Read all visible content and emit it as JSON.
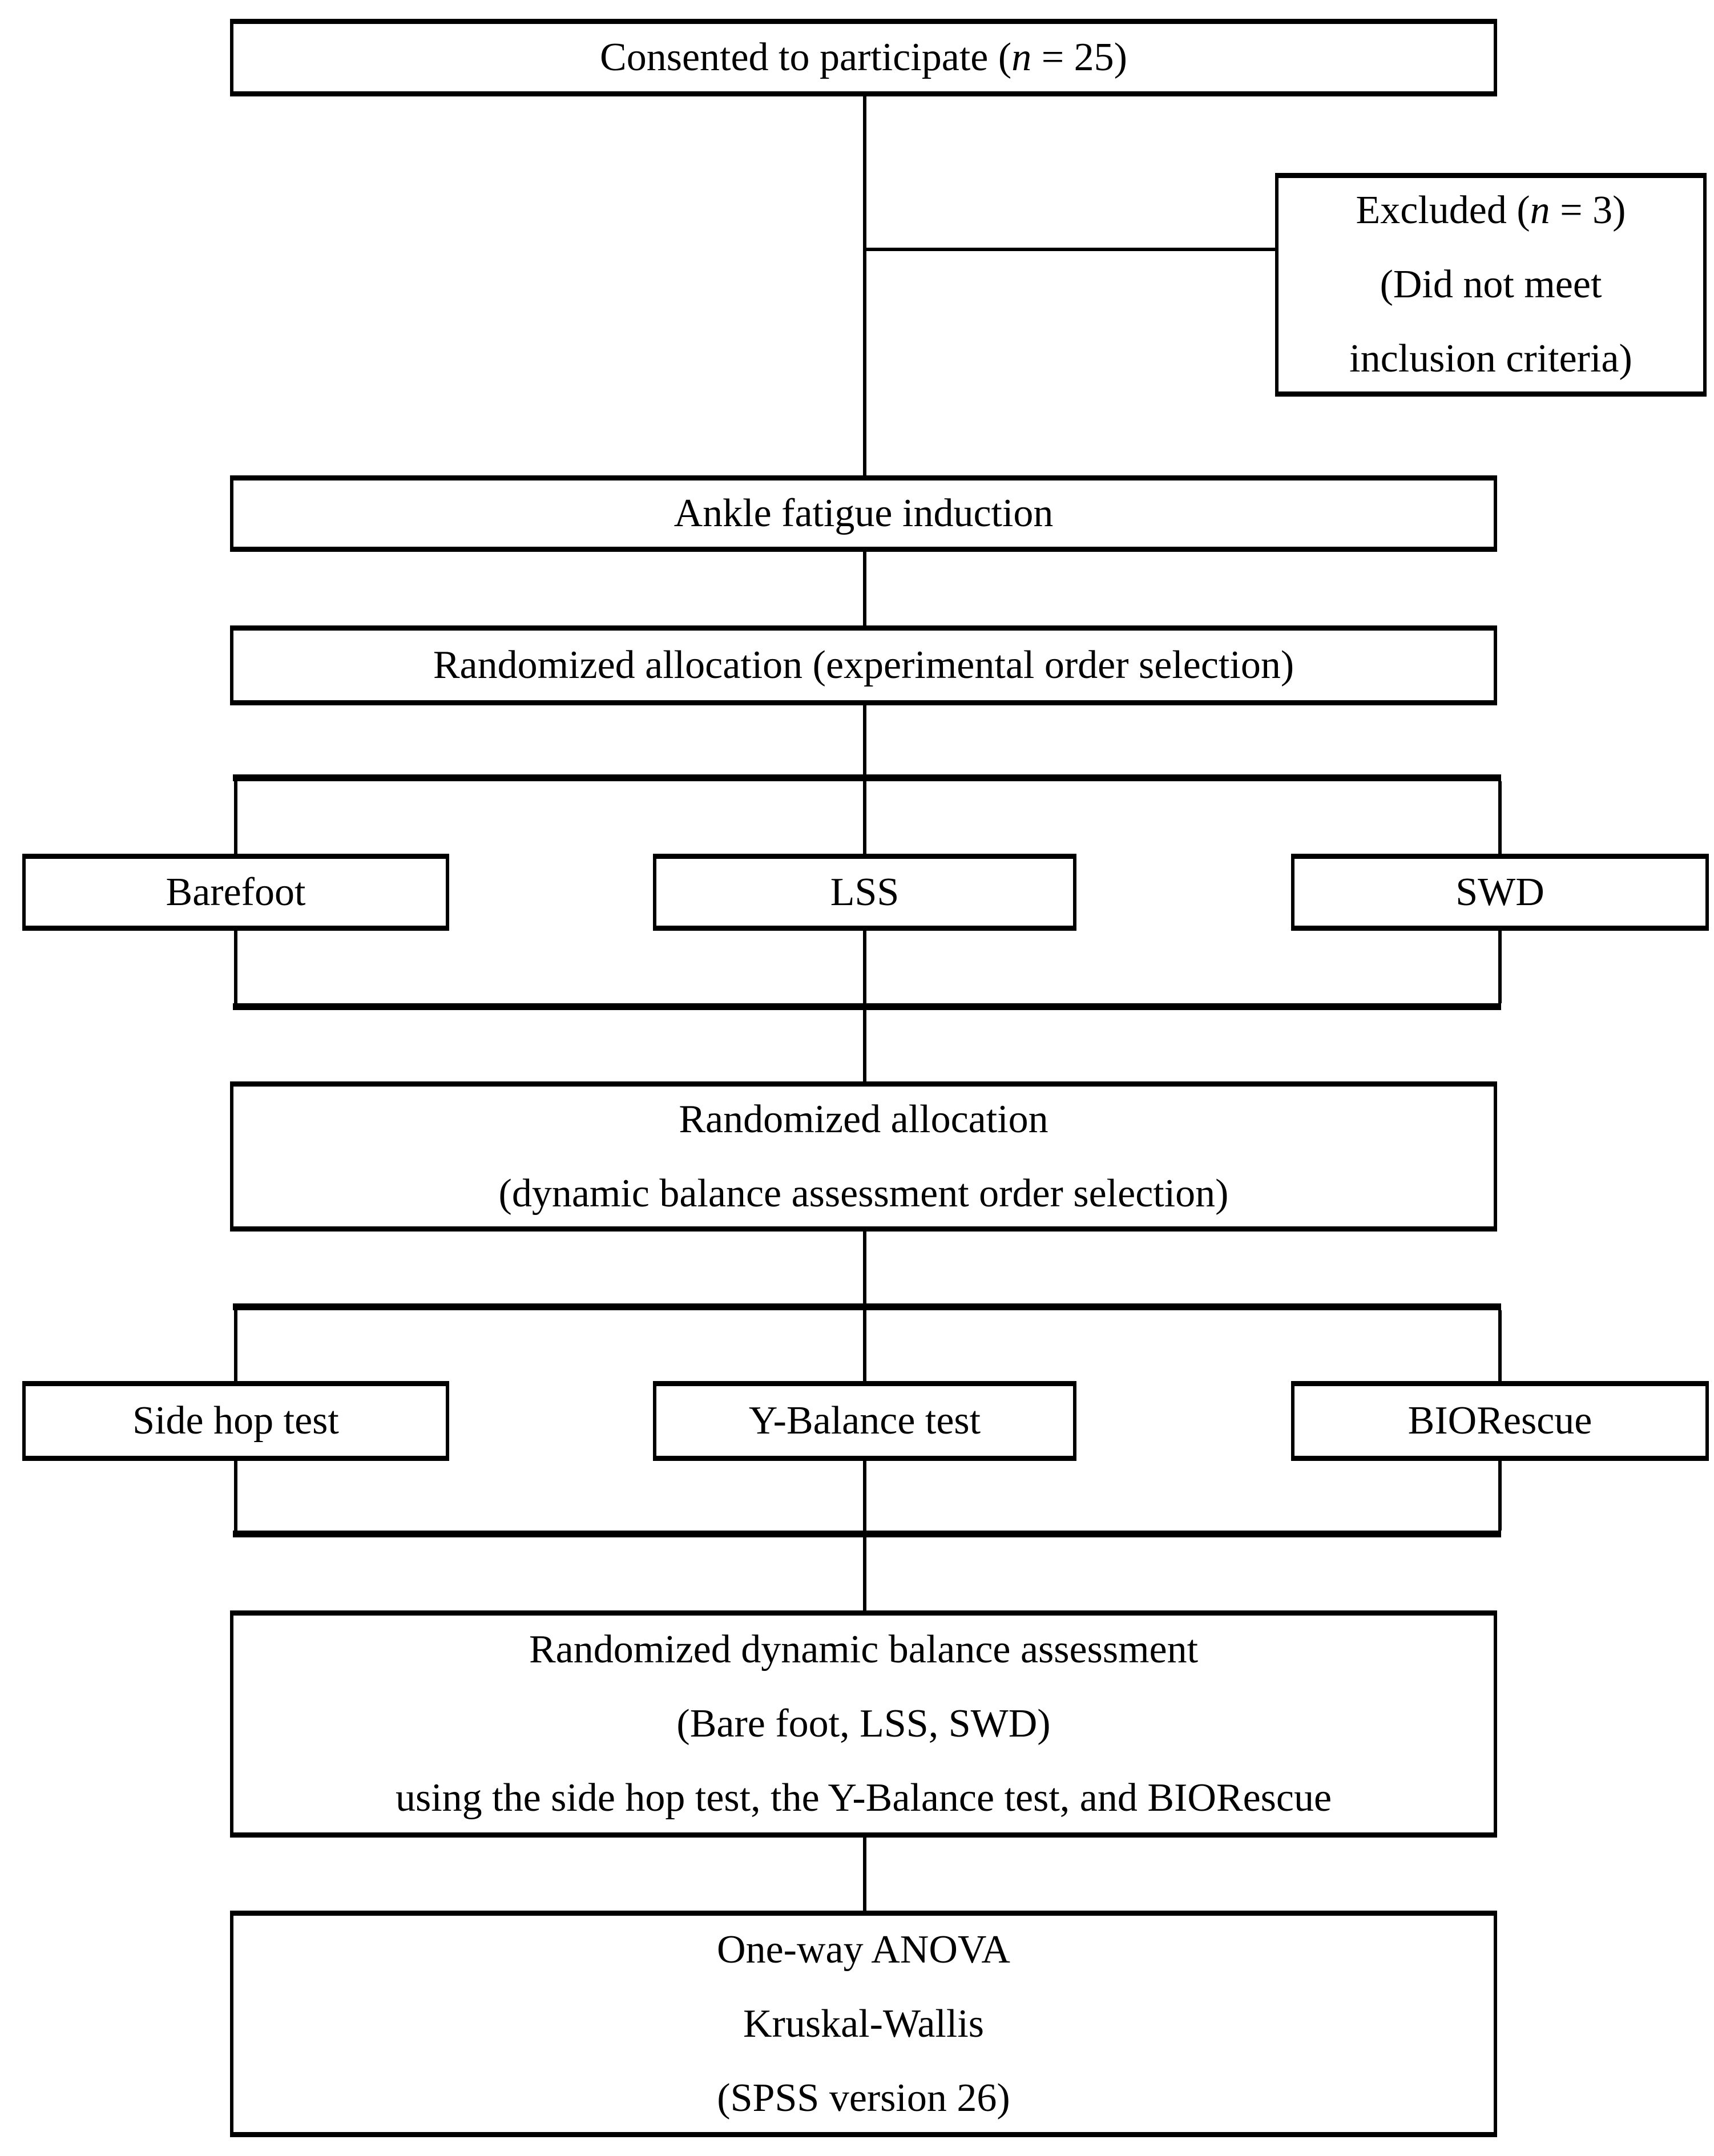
{
  "figure": {
    "background": "#ffffff",
    "line_color": "#000000",
    "text_color": "#000000"
  },
  "boxes": {
    "consented": {
      "text": "Consented to participate (n = 25)"
    },
    "excluded": {
      "lines": [
        "Excluded (n = 3)",
        "(Did not meet",
        "inclusion criteria)"
      ]
    },
    "fatigue": {
      "text": "Ankle fatigue induction"
    },
    "randomization_experimental": {
      "text": "Randomized allocation (experimental order selection)"
    },
    "conditions": [
      {
        "label": "Barefoot"
      },
      {
        "label": "LSS"
      },
      {
        "label": "SWD"
      }
    ],
    "randomization_balance": {
      "lines": [
        "Randomized allocation",
        "(dynamic balance assessment order selection)"
      ]
    },
    "assessments": [
      {
        "label": "Side hop test"
      },
      {
        "label": "Y-Balance test"
      },
      {
        "label": "BIORescue"
      }
    ],
    "balance_assessment": {
      "lines": [
        "Randomized dynamic balance assessment",
        "(Bare foot, LSS, SWD)",
        "using the side hop test, the Y-Balance test, and BIORescue"
      ]
    },
    "statistics": {
      "lines": [
        "One-way ANOVA",
        "Kruskal-Wallis",
        "(SPSS version 26)"
      ]
    }
  }
}
